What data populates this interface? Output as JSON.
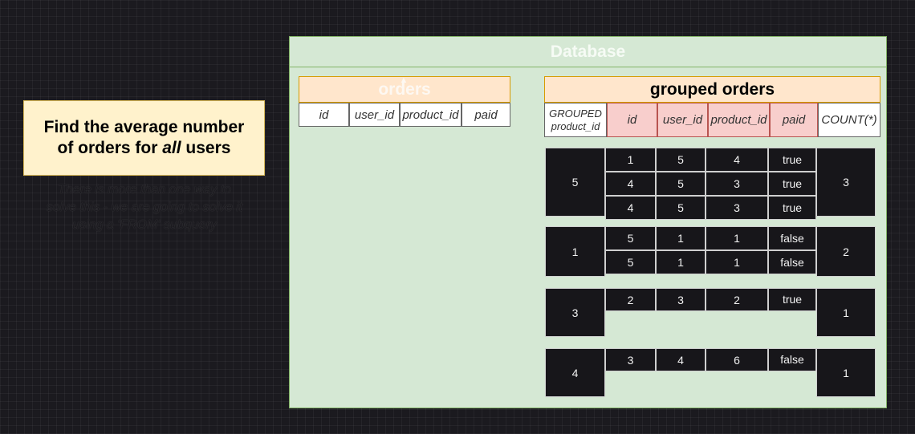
{
  "task": {
    "line1": "Find the average number",
    "line2_pre": "of orders for ",
    "line2_em": "all",
    "line2_post": " users"
  },
  "note": "There is more than one way to solve this - we are going to solve it using a 'FROM' subquery",
  "database": {
    "title": "Database"
  },
  "orders_table": {
    "title": "orders",
    "columns": [
      "id",
      "user_id",
      "product_id",
      "paid"
    ]
  },
  "grouped_table": {
    "title": "grouped orders",
    "group_header_line1": "GROUPED",
    "group_header_line2": "product_id",
    "columns": [
      "id",
      "user_id",
      "product_id",
      "paid"
    ],
    "count_header": "COUNT(*)",
    "groups": [
      {
        "key": "5",
        "count": "3",
        "rows": [
          [
            "1",
            "5",
            "4",
            "true"
          ],
          [
            "4",
            "5",
            "3",
            "true"
          ],
          [
            "4",
            "5",
            "3",
            "true"
          ]
        ]
      },
      {
        "key": "1",
        "count": "2",
        "rows": [
          [
            "5",
            "1",
            "1",
            "false"
          ],
          [
            "5",
            "1",
            "1",
            "false"
          ]
        ]
      },
      {
        "key": "3",
        "count": "1",
        "rows": [
          [
            "2",
            "3",
            "2",
            "true"
          ]
        ]
      },
      {
        "key": "4",
        "count": "1",
        "rows": [
          [
            "3",
            "4",
            "6",
            "false"
          ]
        ]
      }
    ]
  },
  "colors": {
    "canvas_bg": "#1b1a1f",
    "db_fill": "#d5e8d4",
    "db_stroke": "#82b366",
    "title_fill": "#ffe6cc",
    "title_stroke": "#d79b00",
    "header_red": "#f8cecc",
    "task_fill": "#fff2cc",
    "dark_cell": "#17161a"
  }
}
